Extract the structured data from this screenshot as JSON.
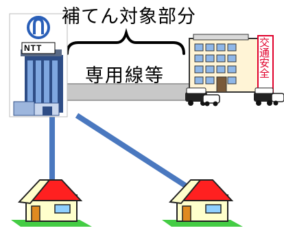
{
  "labels": {
    "subsidy_range": "補てん対象部分",
    "dedicated_line": "専用線等"
  },
  "ntt_building": {
    "sign": "NTT",
    "logo": "ntt-logo-icon"
  },
  "police_building": {
    "sign": "交通安全"
  },
  "icons": {
    "houses": [
      "house-icon",
      "house-icon"
    ]
  },
  "colors": {
    "link_line": "#4a78bf",
    "pipe_fill": "#c8c8c8",
    "pipe_stroke": "#8a8a8a",
    "house_roof": "#ff2020",
    "house_wall": "#ffffcc",
    "grass": "#44cc44",
    "ntt_tower": "#2e4d86",
    "sign_red": "#e0002a"
  }
}
